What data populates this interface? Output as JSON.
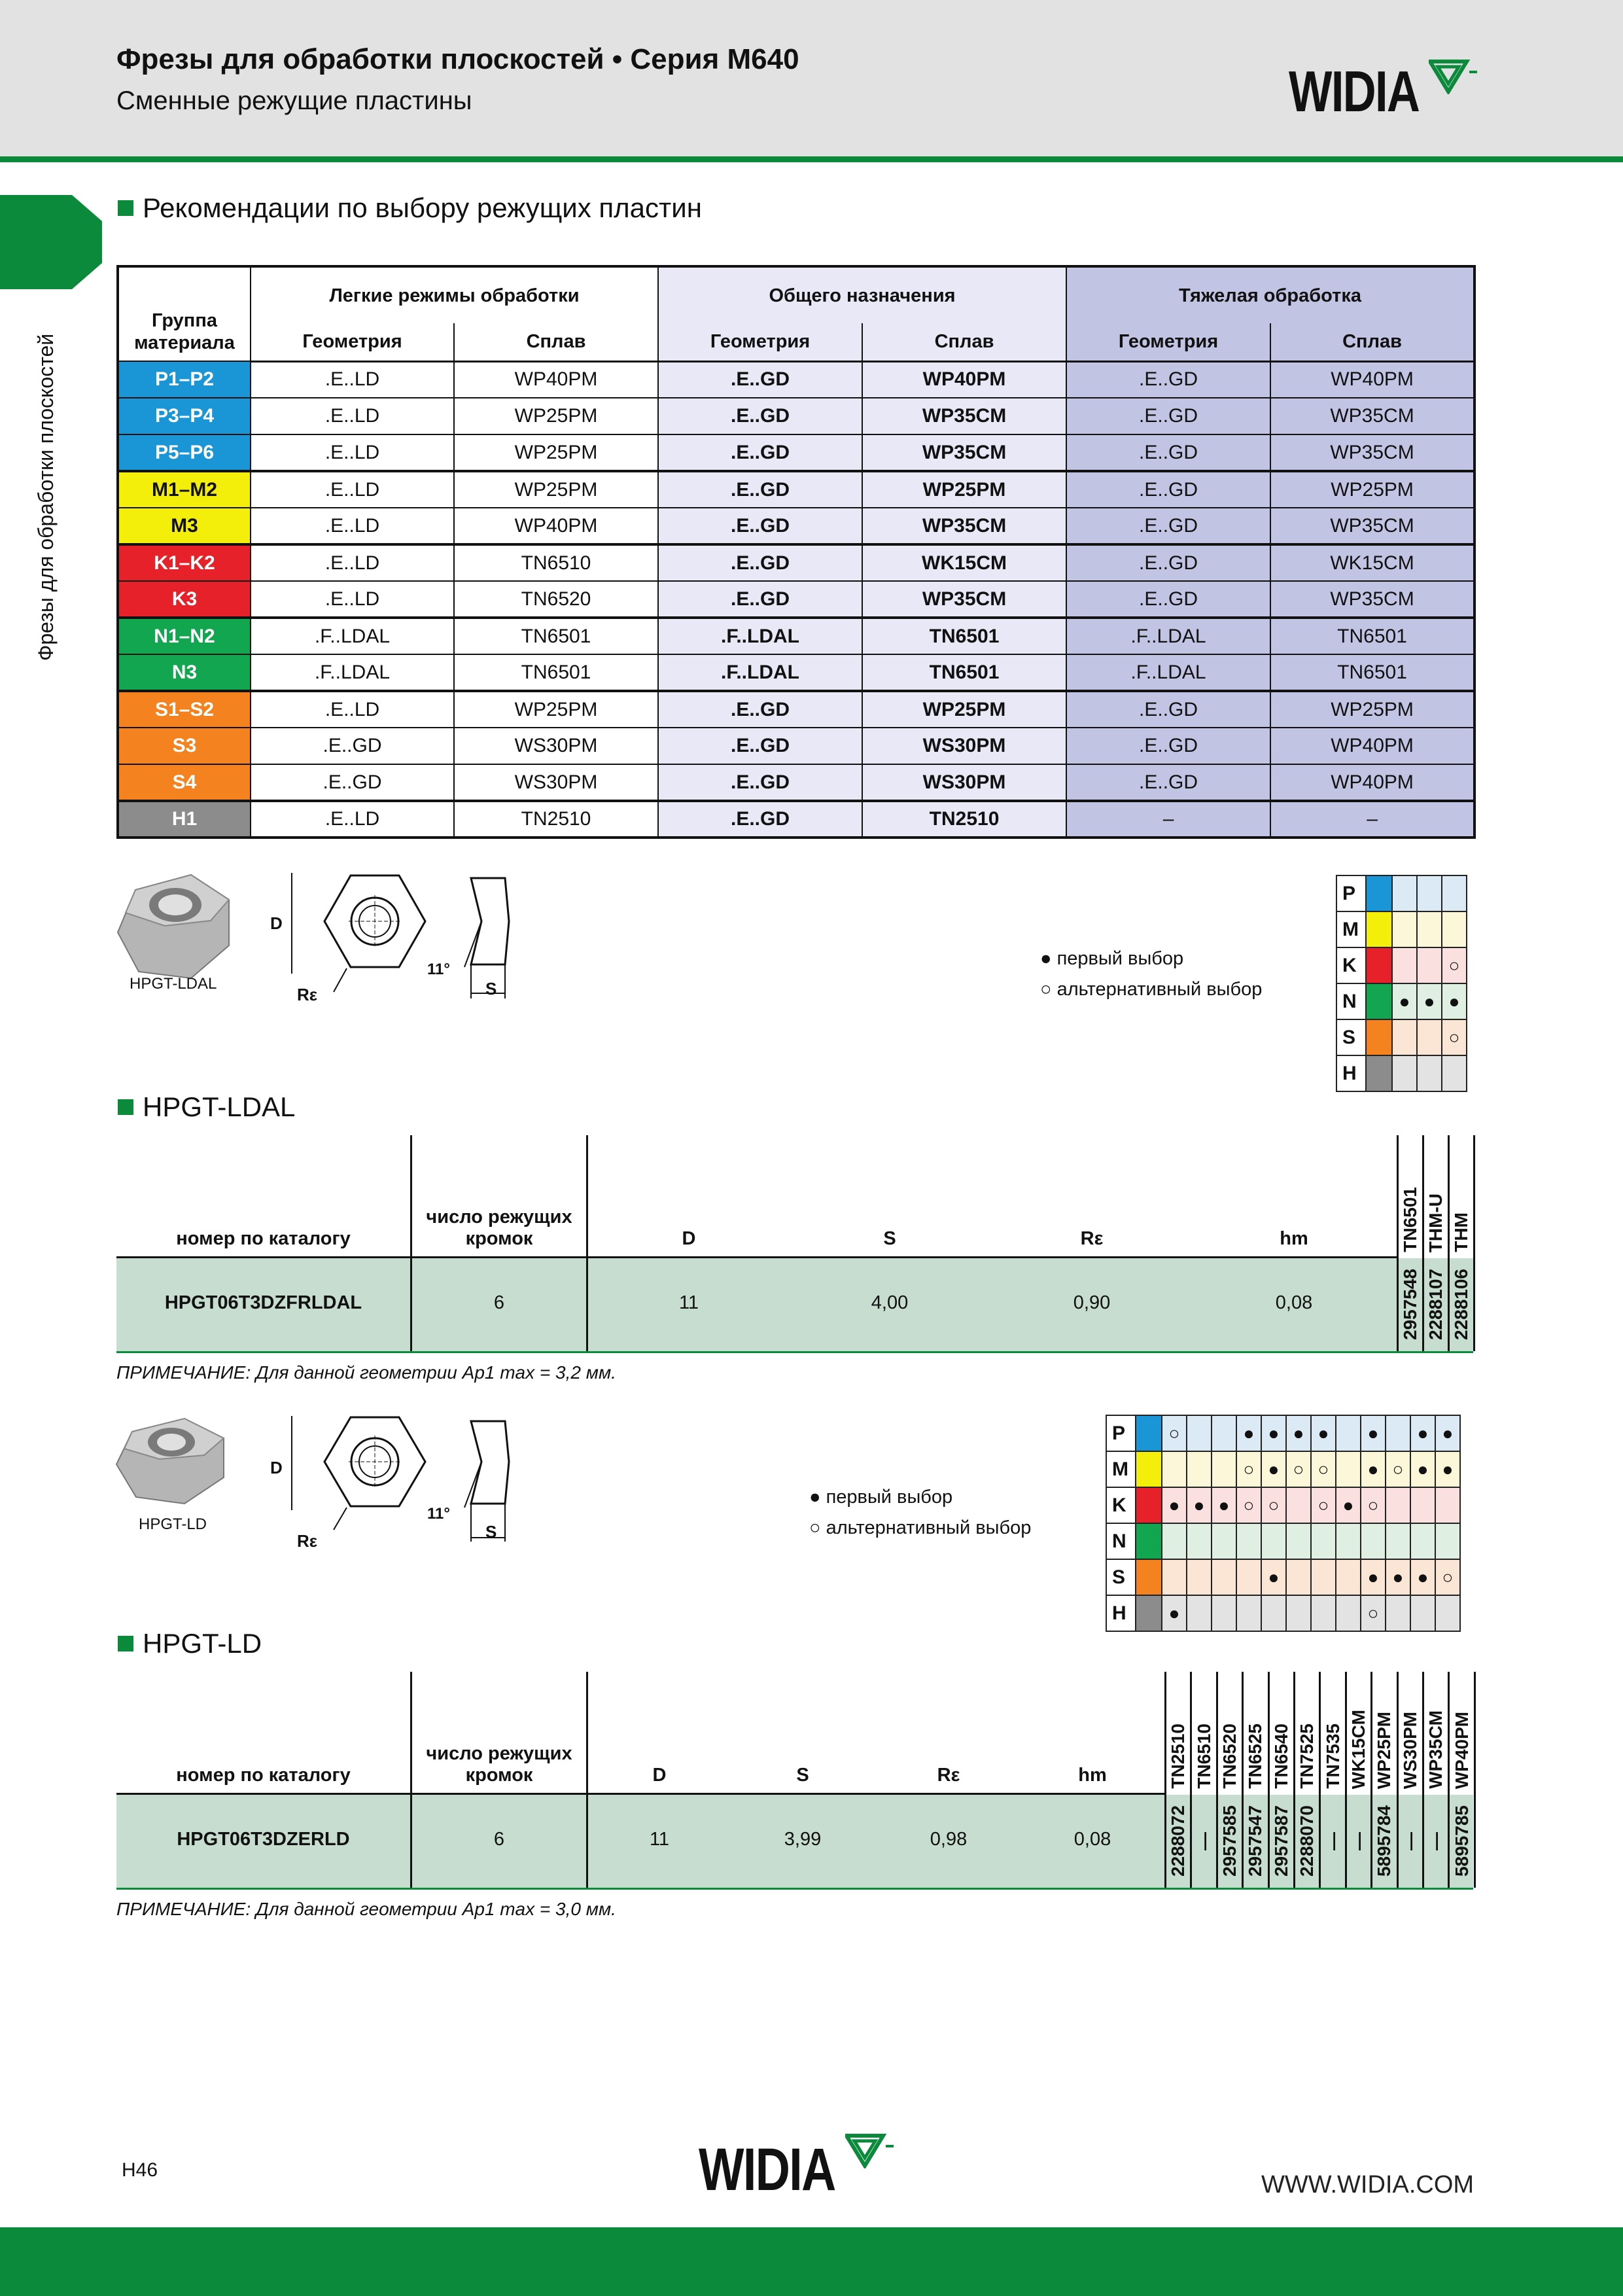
{
  "header": {
    "title": "Фрезы для обработки плоскостей • Серия M640",
    "subtitle": "Сменные режущие пластины",
    "logo_text": "WIDIA"
  },
  "side_label": "Фрезы для обработки плоскостей",
  "section_title": "Рекомендации по выбору режущих пластин",
  "rec_table": {
    "col_group": "Группа материала",
    "col_light": "Легкие режимы обработки",
    "col_general": "Общего назначения",
    "col_heavy": "Тяжелая обработка",
    "geometry": "Геометрия",
    "grade": "Сплав",
    "rows": [
      {
        "group": "P1–P2",
        "color": "#1a96d6",
        "l_geo": ".E..LD",
        "l_gr": "WP40PM",
        "g_geo": ".E..GD",
        "g_gr": "WP40PM",
        "h_geo": ".E..GD",
        "h_gr": "WP40PM"
      },
      {
        "group": "P3–P4",
        "color": "#1a96d6",
        "l_geo": ".E..LD",
        "l_gr": "WP25PM",
        "g_geo": ".E..GD",
        "g_gr": "WP35CM",
        "h_geo": ".E..GD",
        "h_gr": "WP35CM"
      },
      {
        "group": "P5–P6",
        "color": "#1a96d6",
        "l_geo": ".E..LD",
        "l_gr": "WP25PM",
        "g_geo": ".E..GD",
        "g_gr": "WP35CM",
        "h_geo": ".E..GD",
        "h_gr": "WP35CM"
      },
      {
        "group": "M1–M2",
        "color": "#f3ee0a",
        "l_geo": ".E..LD",
        "l_gr": "WP25PM",
        "g_geo": ".E..GD",
        "g_gr": "WP25PM",
        "h_geo": ".E..GD",
        "h_gr": "WP25PM"
      },
      {
        "group": "M3",
        "color": "#f3ee0a",
        "l_geo": ".E..LD",
        "l_gr": "WP40PM",
        "g_geo": ".E..GD",
        "g_gr": "WP35CM",
        "h_geo": ".E..GD",
        "h_gr": "WP35CM"
      },
      {
        "group": "K1–K2",
        "color": "#e62129",
        "l_geo": ".E..LD",
        "l_gr": "TN6510",
        "g_geo": ".E..GD",
        "g_gr": "WK15CM",
        "h_geo": ".E..GD",
        "h_gr": "WK15CM"
      },
      {
        "group": "K3",
        "color": "#e62129",
        "l_geo": ".E..LD",
        "l_gr": "TN6520",
        "g_geo": ".E..GD",
        "g_gr": "WP35CM",
        "h_geo": ".E..GD",
        "h_gr": "WP35CM"
      },
      {
        "group": "N1–N2",
        "color": "#12a650",
        "l_geo": ".F..LDAL",
        "l_gr": "TN6501",
        "g_geo": ".F..LDAL",
        "g_gr": "TN6501",
        "h_geo": ".F..LDAL",
        "h_gr": "TN6501"
      },
      {
        "group": "N3",
        "color": "#12a650",
        "l_geo": ".F..LDAL",
        "l_gr": "TN6501",
        "g_geo": ".F..LDAL",
        "g_gr": "TN6501",
        "h_geo": ".F..LDAL",
        "h_gr": "TN6501"
      },
      {
        "group": "S1–S2",
        "color": "#f4831f",
        "l_geo": ".E..LD",
        "l_gr": "WP25PM",
        "g_geo": ".E..GD",
        "g_gr": "WP25PM",
        "h_geo": ".E..GD",
        "h_gr": "WP25PM"
      },
      {
        "group": "S3",
        "color": "#f4831f",
        "l_geo": ".E..GD",
        "l_gr": "WS30PM",
        "g_geo": ".E..GD",
        "g_gr": "WS30PM",
        "h_geo": ".E..GD",
        "h_gr": "WP40PM"
      },
      {
        "group": "S4",
        "color": "#f4831f",
        "l_geo": ".E..GD",
        "l_gr": "WS30PM",
        "g_geo": ".E..GD",
        "g_gr": "WS30PM",
        "h_geo": ".E..GD",
        "h_gr": "WP40PM"
      },
      {
        "group": "H1",
        "color": "#8c8c8c",
        "l_geo": ".E..LD",
        "l_gr": "TN2510",
        "g_geo": ".E..GD",
        "g_gr": "TN2510",
        "h_geo": "–",
        "h_gr": "–"
      }
    ]
  },
  "iso_colors": {
    "P": "#1a96d6",
    "M": "#f3ee0a",
    "K": "#e62129",
    "N": "#12a650",
    "S": "#f4831f",
    "H": "#8c8c8c"
  },
  "iso_tints": {
    "P": "#dceaf6",
    "M": "#fbf7d8",
    "K": "#fae0de",
    "N": "#dff0e2",
    "S": "#fbe5d4",
    "H": "#e3e3e3"
  },
  "legend": {
    "first": "первый выбор",
    "alt": "альтернативный выбор"
  },
  "common_cols": {
    "catalog": "номер по каталогу",
    "edges": "число режущих кромок",
    "d": "D",
    "s": "S",
    "re": "Rε",
    "hm": "hm"
  },
  "drawing_labels": {
    "d": "D",
    "s": "S",
    "re": "Rε",
    "angle": "11°"
  },
  "ldal": {
    "insert_label": "HPGT-LDAL",
    "title": "HPGT-LDAL",
    "grades": [
      "TN6501",
      "THM-U",
      "THM"
    ],
    "matrix": {
      "P": [
        "",
        "",
        ""
      ],
      "M": [
        "",
        "",
        ""
      ],
      "K": [
        "",
        "",
        "○"
      ],
      "N": [
        "●",
        "●",
        "●"
      ],
      "S": [
        "",
        "",
        "○"
      ],
      "H": [
        "",
        "",
        ""
      ]
    },
    "row": {
      "catalog": "HPGT06T3DZFRLDAL",
      "edges": "6",
      "d": "11",
      "s": "4,00",
      "re": "0,90",
      "hm": "0,08",
      "codes": [
        "2957548",
        "2288107",
        "2288106"
      ]
    },
    "note": "ПРИМЕЧАНИЕ: Для данной геометрии Ap1 max = 3,2 мм."
  },
  "ld": {
    "insert_label": "HPGT-LD",
    "title": "HPGT-LD",
    "grades": [
      "TN2510",
      "TN6510",
      "TN6520",
      "TN6525",
      "TN6540",
      "TN7525",
      "TN7535",
      "WK15CM",
      "WP25PM",
      "WS30PM",
      "WP35CM",
      "WP40PM"
    ],
    "matrix": {
      "P": [
        "○",
        "",
        "",
        "●",
        "●",
        "●",
        "●",
        "",
        "●",
        "",
        "●",
        "●"
      ],
      "M": [
        "",
        "",
        "",
        "○",
        "●",
        "○",
        "○",
        "",
        "●",
        "○",
        "●",
        "●"
      ],
      "K": [
        "●",
        "●",
        "●",
        "○",
        "○",
        "",
        "○",
        "●",
        "○",
        "",
        "",
        ""
      ],
      "N": [
        "",
        "",
        "",
        "",
        "",
        "",
        "",
        "",
        "",
        "",
        "",
        ""
      ],
      "S": [
        "",
        "",
        "",
        "",
        "●",
        "",
        "",
        "",
        "●",
        "●",
        "●",
        "○"
      ],
      "H": [
        "●",
        "",
        "",
        "",
        "",
        "",
        "",
        "",
        "○",
        "",
        "",
        ""
      ]
    },
    "row": {
      "catalog": "HPGT06T3DZERLD",
      "edges": "6",
      "d": "11",
      "s": "3,99",
      "re": "0,98",
      "hm": "0,08",
      "codes": [
        "2288072",
        "—",
        "2957585",
        "2957547",
        "2957587",
        "2288070",
        "—",
        "—",
        "5895784",
        "—",
        "—",
        "5895785"
      ]
    },
    "note": "ПРИМЕЧАНИЕ: Для данной геометрии Ap1 max = 3,0 мм."
  },
  "footer": {
    "page": "H46",
    "logo_text": "WIDIA",
    "url": "WWW.WIDIA.COM"
  }
}
